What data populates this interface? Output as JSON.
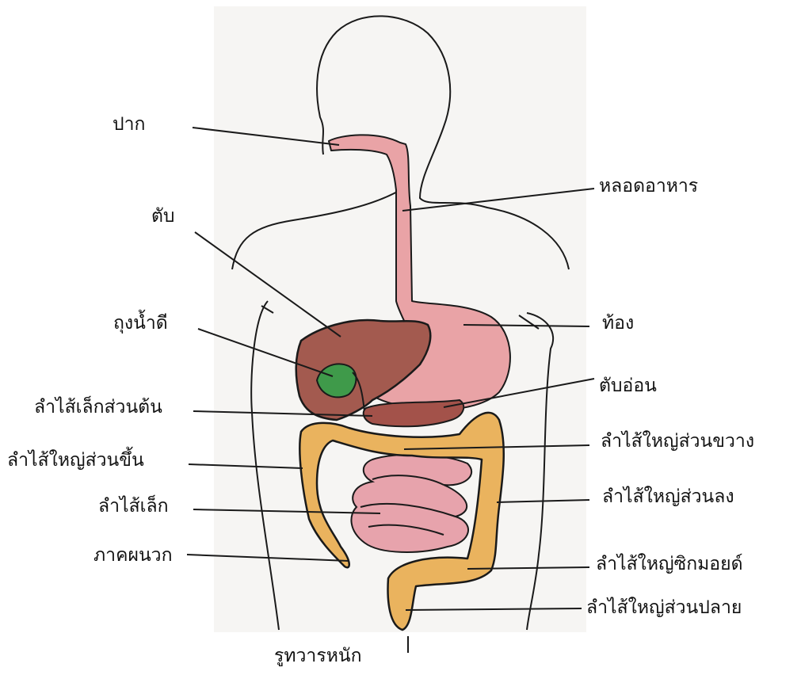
{
  "labels": {
    "mouth": "ปาก",
    "esophagus": "หลอดอาหาร",
    "liver": "ตับ",
    "gallbladder": "ถุงน้ำดี",
    "stomach": "ท้อง",
    "pancreas": "ตับอ่อน",
    "duodenum": "ลำไส้เล็กส่วนต้น",
    "transverse_colon": "ลำไส้ใหญ่ส่วนขวาง",
    "ascending_colon": "ลำไส้ใหญ่ส่วนขึ้น",
    "small_intestine": "ลำไส้เล็ก",
    "descending_colon": "ลำไส้ใหญ่ส่วนลง",
    "appendix": "ภาคผนวก",
    "sigmoid_colon": "ลำไส้ใหญ่ซิกมอยด์",
    "rectum": "ลำไส้ใหญ่ส่วนปลาย",
    "anus": "รูทวารหนัก"
  },
  "colors": {
    "outline": "#1a1a1a",
    "esophagus_stomach": "#e9a3a6",
    "liver": "#a35a4f",
    "gallbladder": "#3f9a4a",
    "pancreas": "#a3524a",
    "colon": "#eab35e",
    "small_intestine": "#e7a3ac",
    "paper": "#f6f5f3"
  }
}
